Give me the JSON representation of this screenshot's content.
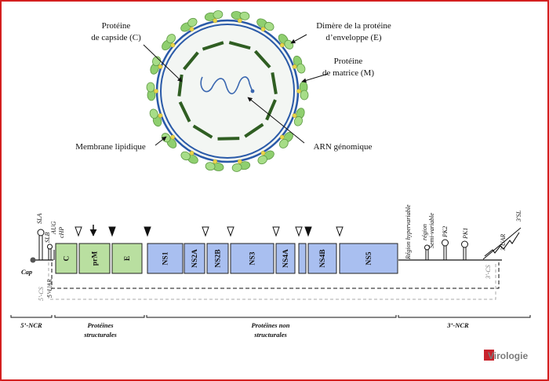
{
  "colors": {
    "frame": "#d42020",
    "capsid": "#2f5e22",
    "rna": "#3a67b0",
    "membrane": "#2a5aa8",
    "envelope_protein": "#8fcf6f",
    "matrix_protein": "#e8d44a",
    "structural_gene": "#b9dfa0",
    "nonstructural_gene": "#a9bff0"
  },
  "virion": {
    "labels": {
      "capsid_1": "Protéine",
      "capsid_2": "de capside (C)",
      "envelope_1": "Dimère de la protéine",
      "envelope_2": "d’enveloppe (E)",
      "matrix_1": "Protéine",
      "matrix_2": "de matrice (M)",
      "membrane": "Membrane lipidique",
      "rna": "ARN génomique"
    }
  },
  "genome": {
    "cap": "Cap",
    "left_labels": {
      "sla": "SLA",
      "slb": "SLB",
      "aug": "AUG",
      "chp": "cHP",
      "uar5": "5'-UAR",
      "cs5": "5'-CS"
    },
    "genes": [
      {
        "name": "C",
        "type": "structural"
      },
      {
        "name": "prM",
        "type": "structural"
      },
      {
        "name": "E",
        "type": "structural"
      },
      {
        "name": "NS1",
        "type": "nonstructural"
      },
      {
        "name": "NS2A",
        "type": "nonstructural"
      },
      {
        "name": "NS2B",
        "type": "nonstructural"
      },
      {
        "name": "NS3",
        "type": "nonstructural"
      },
      {
        "name": "NS4A",
        "type": "nonstructural"
      },
      {
        "name": "NS4B",
        "type": "nonstructural"
      },
      {
        "name": "NS5",
        "type": "nonstructural"
      }
    ],
    "right_labels": {
      "hypervariable": "Région hypervariable",
      "region": "région",
      "semivariable": "Semi-variable",
      "pk2": "PK2",
      "pk1": "PK1",
      "sl3": "3'SL",
      "uar3": "3'UAR",
      "cs3": "3'-CS"
    },
    "regions": [
      {
        "line1": "5’-NCR",
        "line2": ""
      },
      {
        "line1": "Protéines",
        "line2": "structurales"
      },
      {
        "line1": "Protéines non",
        "line2": "structurales"
      },
      {
        "line1": "3’-NCR",
        "line2": ""
      }
    ]
  },
  "logo": "Virologie"
}
